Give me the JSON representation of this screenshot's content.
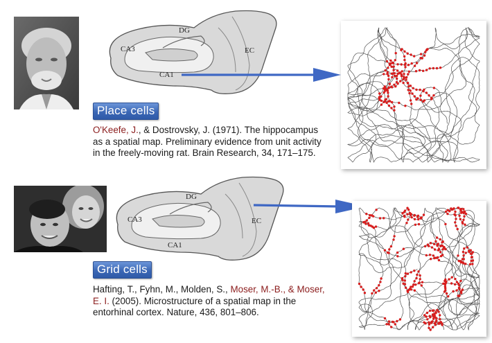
{
  "top": {
    "label": "Place cells",
    "regions": {
      "dg": "DG",
      "ca3": "CA3",
      "ca1": "CA1",
      "ec": "EC"
    },
    "citation": {
      "author_highlight": "O'Keefe, J.",
      "rest": ", & Dostrovsky, J. (1971). The hippocampus as a spatial map. Preliminary evidence from unit activity in the freely-moving rat. Brain Research, 34, 171–175."
    }
  },
  "bottom": {
    "label": "Grid cells",
    "regions": {
      "dg": "DG",
      "ca3": "CA3",
      "ca1": "CA1",
      "ec": "EC"
    },
    "citation": {
      "before": "Hafting, T., Fyhn, M., Molden, S., ",
      "author_highlight_1": "Moser, M.-B., &",
      "author_highlight_2": "Moser, E. I.",
      "after": " (2005). Microstructure of a spatial map in the entorhinal cortex. Nature, 436, 801–806."
    }
  },
  "colors": {
    "arrow": "#3f68c4",
    "spike": "#d81e1e",
    "trajectory": "#333333",
    "hippocampus_fill": "#d9d9d9",
    "author": "#8b1c1c"
  }
}
